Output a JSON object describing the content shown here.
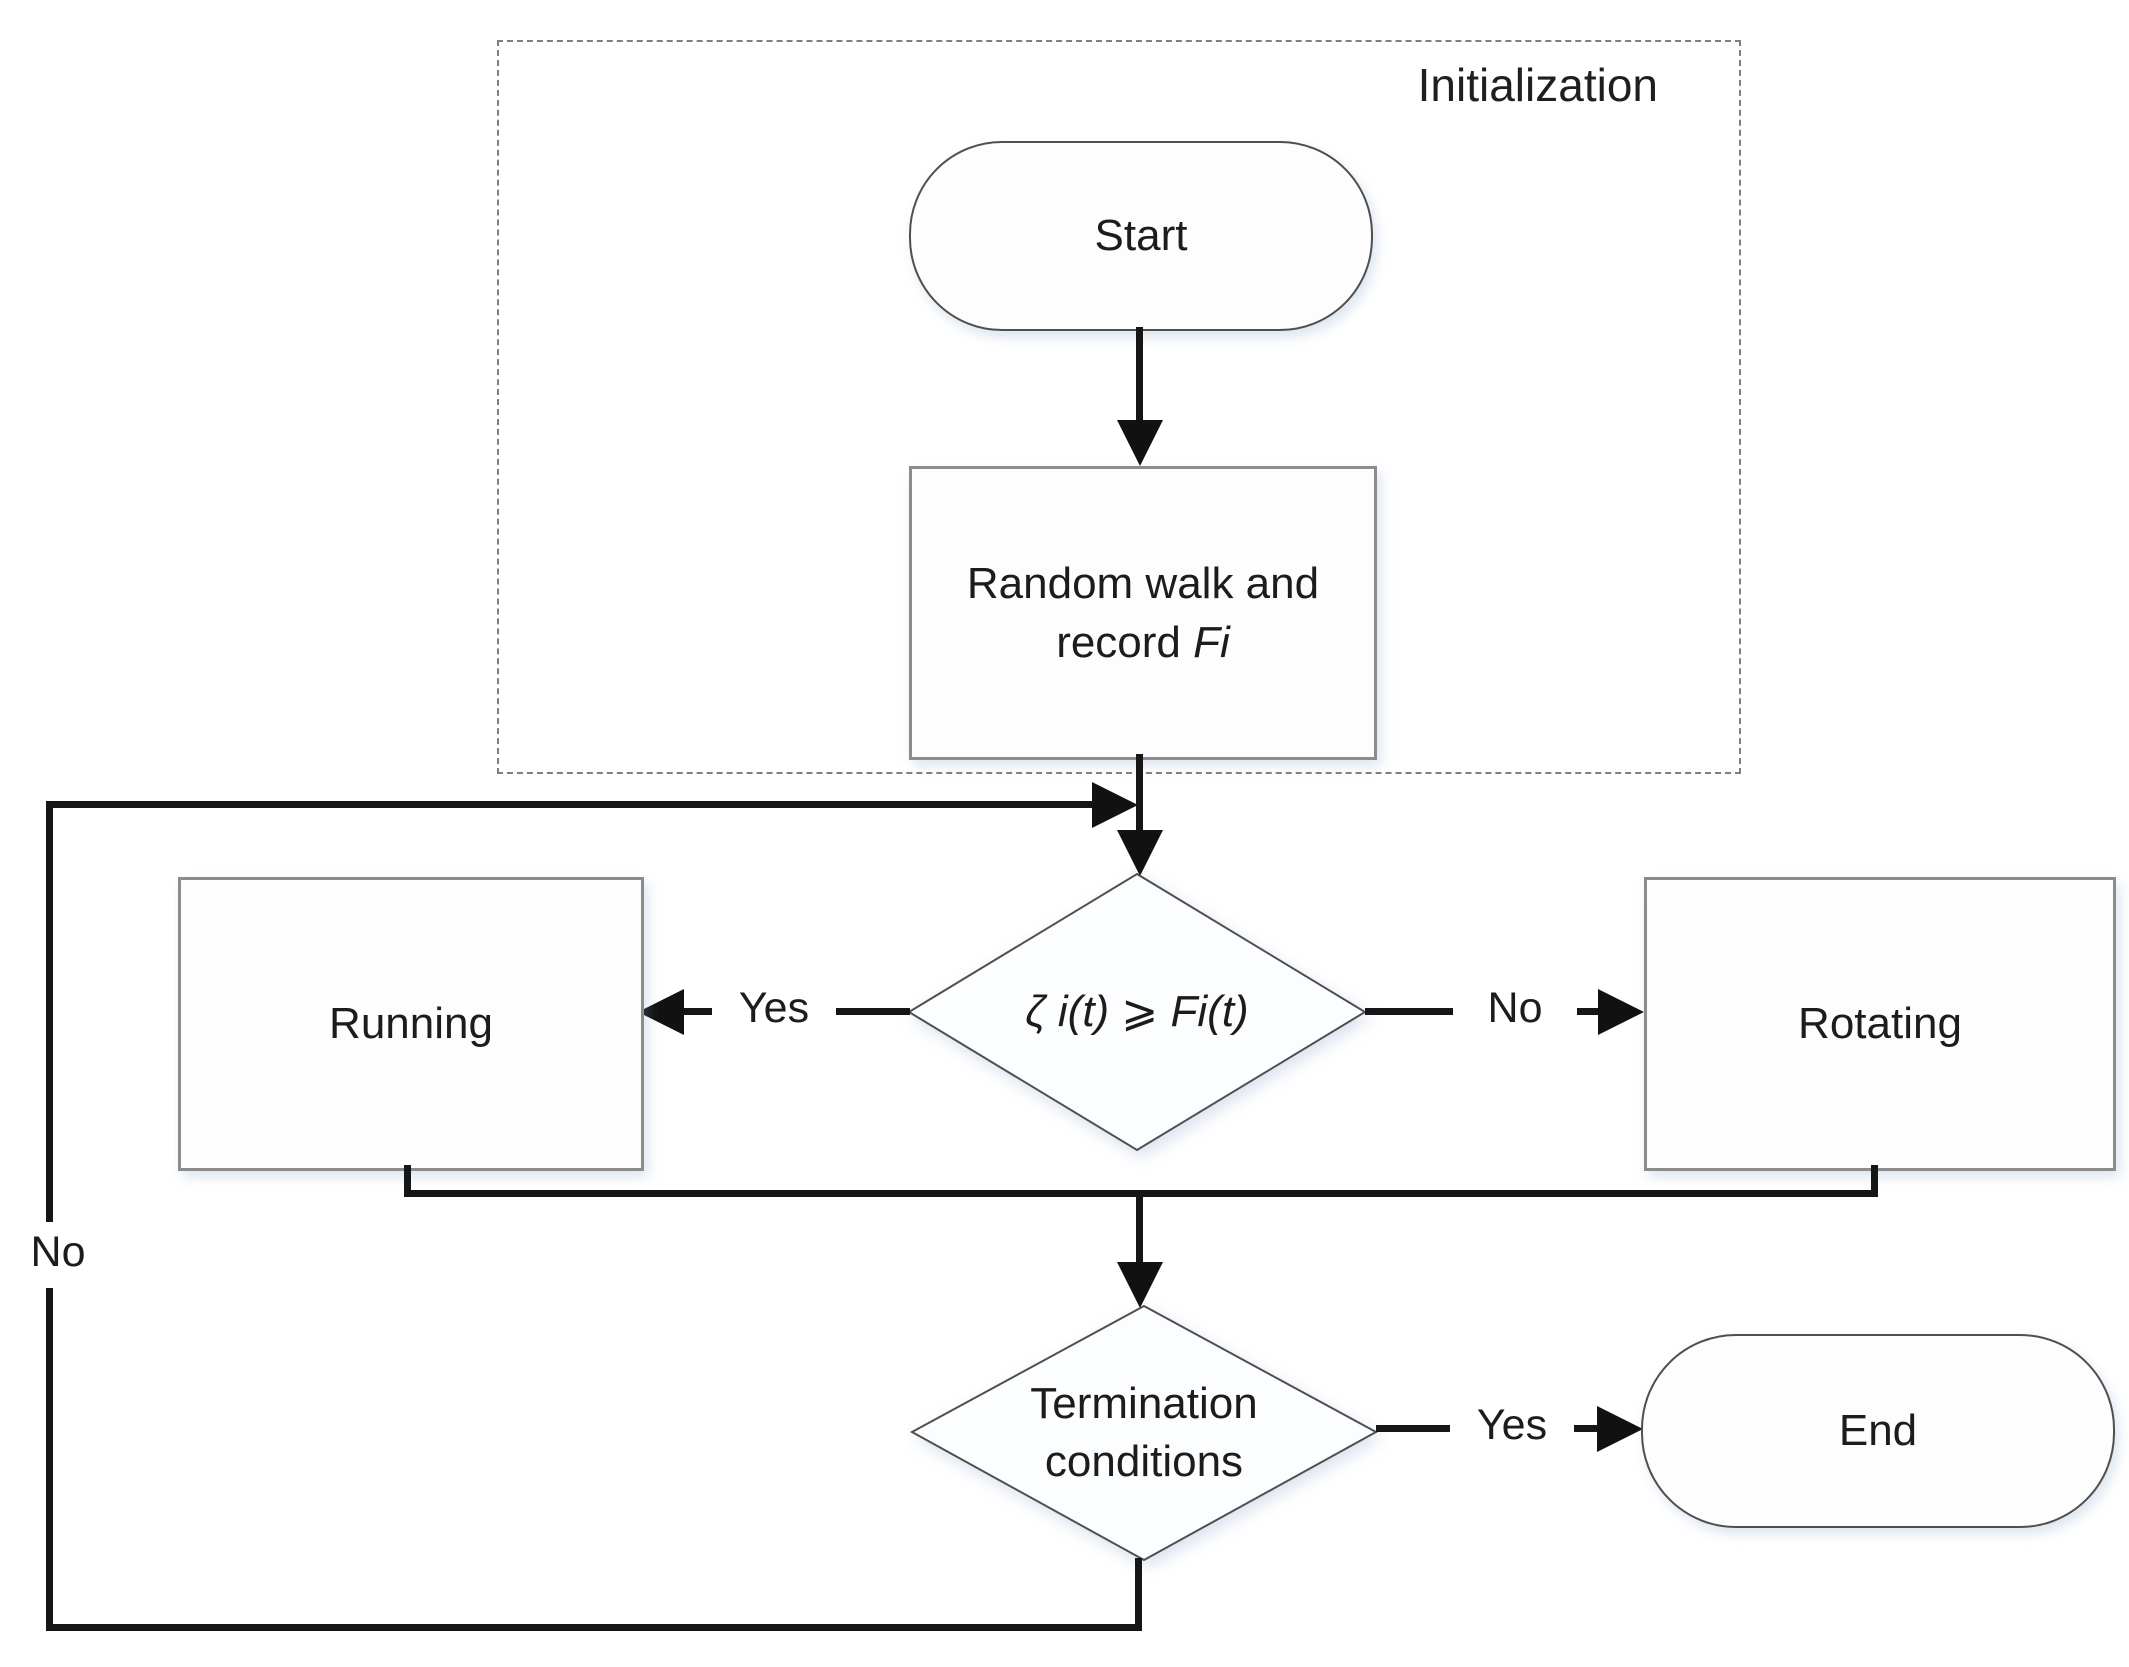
{
  "diagram": {
    "region": {
      "label": "Initialization"
    },
    "nodes": {
      "start": {
        "label": "Start"
      },
      "random_walk": {
        "line1": "Random walk and",
        "line2_prefix": "record",
        "line2_var": "Fi"
      },
      "decision_fitness": {
        "formula": "ζ i(t) ⩾ Fi(t)"
      },
      "running": {
        "label": "Running"
      },
      "rotating": {
        "label": "Rotating"
      },
      "decision_termination": {
        "line1": "Termination",
        "line2": "conditions"
      },
      "end": {
        "label": "End"
      }
    },
    "edge_labels": {
      "yes_to_running": "Yes",
      "no_to_rotating": "No",
      "yes_to_end": "Yes",
      "no_loop_back": "No"
    },
    "colors": {
      "flow_line": "#161616",
      "rect_border": "#8c8c8c",
      "thin_border": "#4f4f4f",
      "dashed_border": "#7f7f7f",
      "shape_fill": "#fdfdfe"
    }
  }
}
